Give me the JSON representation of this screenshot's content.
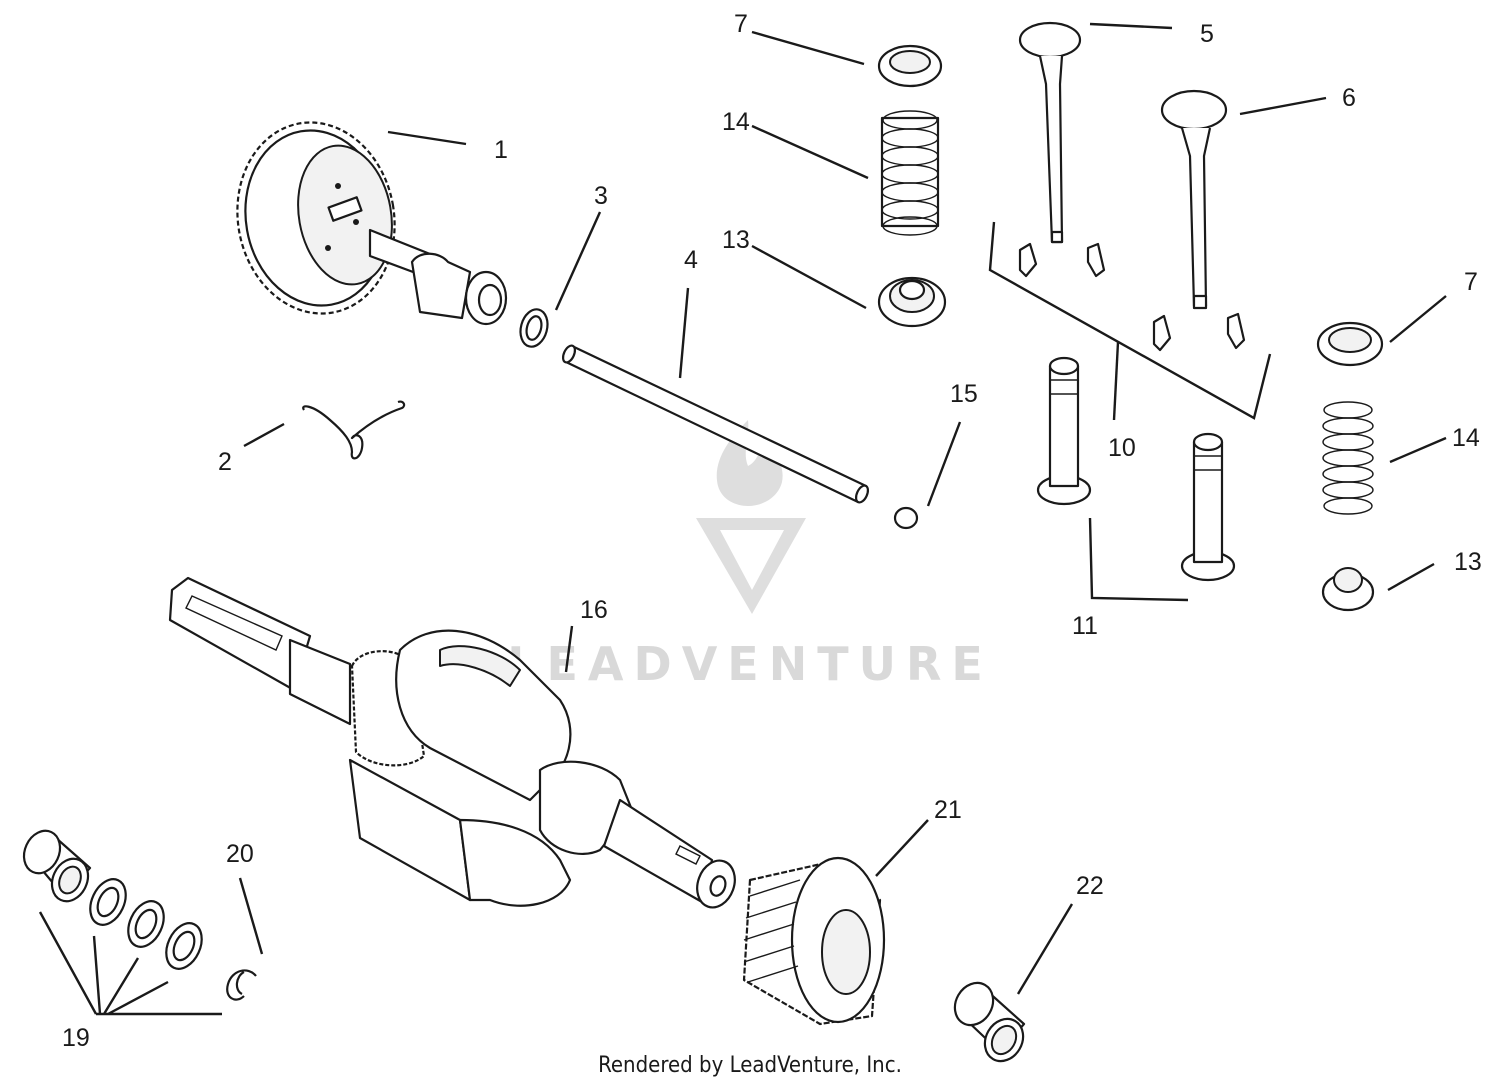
{
  "diagram": {
    "callouts": [
      {
        "id": "1",
        "label": "1"
      },
      {
        "id": "2",
        "label": "2"
      },
      {
        "id": "3",
        "label": "3"
      },
      {
        "id": "4",
        "label": "4"
      },
      {
        "id": "5",
        "label": "5"
      },
      {
        "id": "6",
        "label": "6"
      },
      {
        "id": "7a",
        "label": "7"
      },
      {
        "id": "7b",
        "label": "7"
      },
      {
        "id": "10",
        "label": "10"
      },
      {
        "id": "11",
        "label": "11"
      },
      {
        "id": "13a",
        "label": "13"
      },
      {
        "id": "13b",
        "label": "13"
      },
      {
        "id": "14a",
        "label": "14"
      },
      {
        "id": "14b",
        "label": "14"
      },
      {
        "id": "15",
        "label": "15"
      },
      {
        "id": "16",
        "label": "16"
      },
      {
        "id": "19",
        "label": "19"
      },
      {
        "id": "20",
        "label": "20"
      },
      {
        "id": "21",
        "label": "21"
      },
      {
        "id": "22",
        "label": "22"
      }
    ],
    "watermark": {
      "text": "LEADVENTURE",
      "logo_icon": "flame-v-logo-icon"
    },
    "footer": "Rendered by LeadVenture, Inc.",
    "colors": {
      "ink": "#1a1a1a",
      "background": "#ffffff",
      "watermark": "#d9d9d9"
    }
  }
}
